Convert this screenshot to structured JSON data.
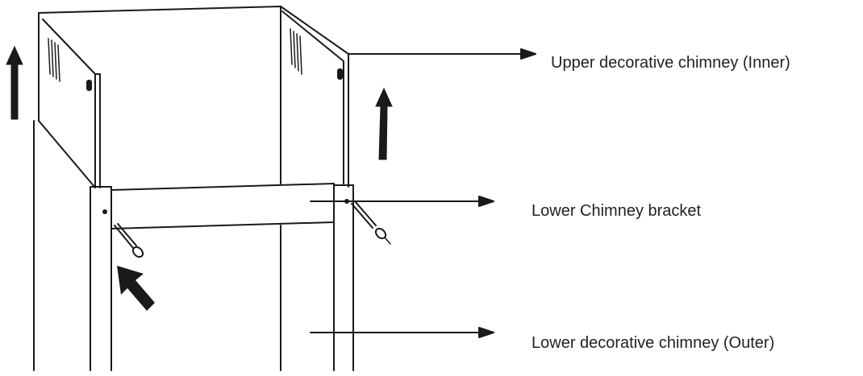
{
  "labels": {
    "upper_chimney": "Upper decorative chimney (Inner)",
    "lower_bracket": "Lower Chimney bracket",
    "lower_chimney": "Lower decorative chimney (Outer)"
  },
  "colors": {
    "line": "#1a1a1a",
    "background": "#ffffff"
  },
  "icons": {
    "up_arrow_left": "up-arrow-icon",
    "up_arrow_right": "up-arrow-icon",
    "insert_arrow": "diagonal-arrow-icon",
    "screw": "screw-icon"
  }
}
